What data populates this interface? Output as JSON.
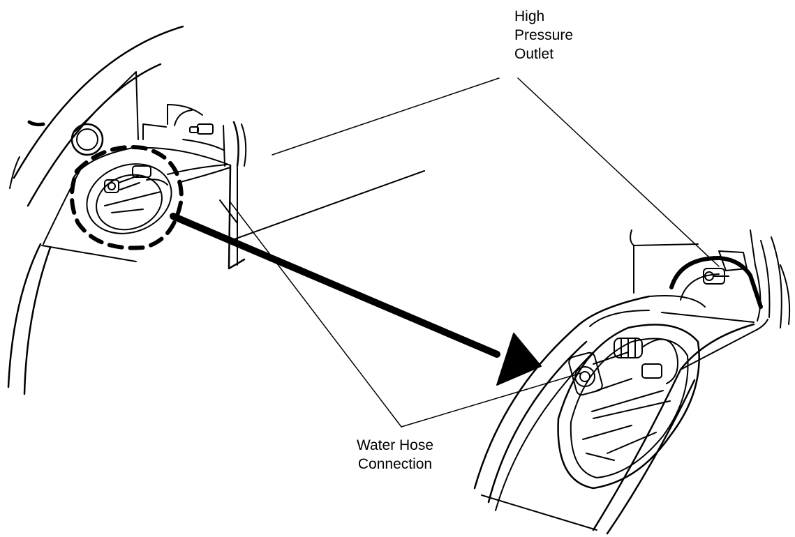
{
  "labels": {
    "high_pressure_outlet": [
      "High",
      "Pressure",
      "Outlet"
    ],
    "water_hose_connection": [
      "Water Hose",
      "Connection"
    ]
  },
  "colors": {
    "line": "#000000",
    "background": "#ffffff"
  }
}
